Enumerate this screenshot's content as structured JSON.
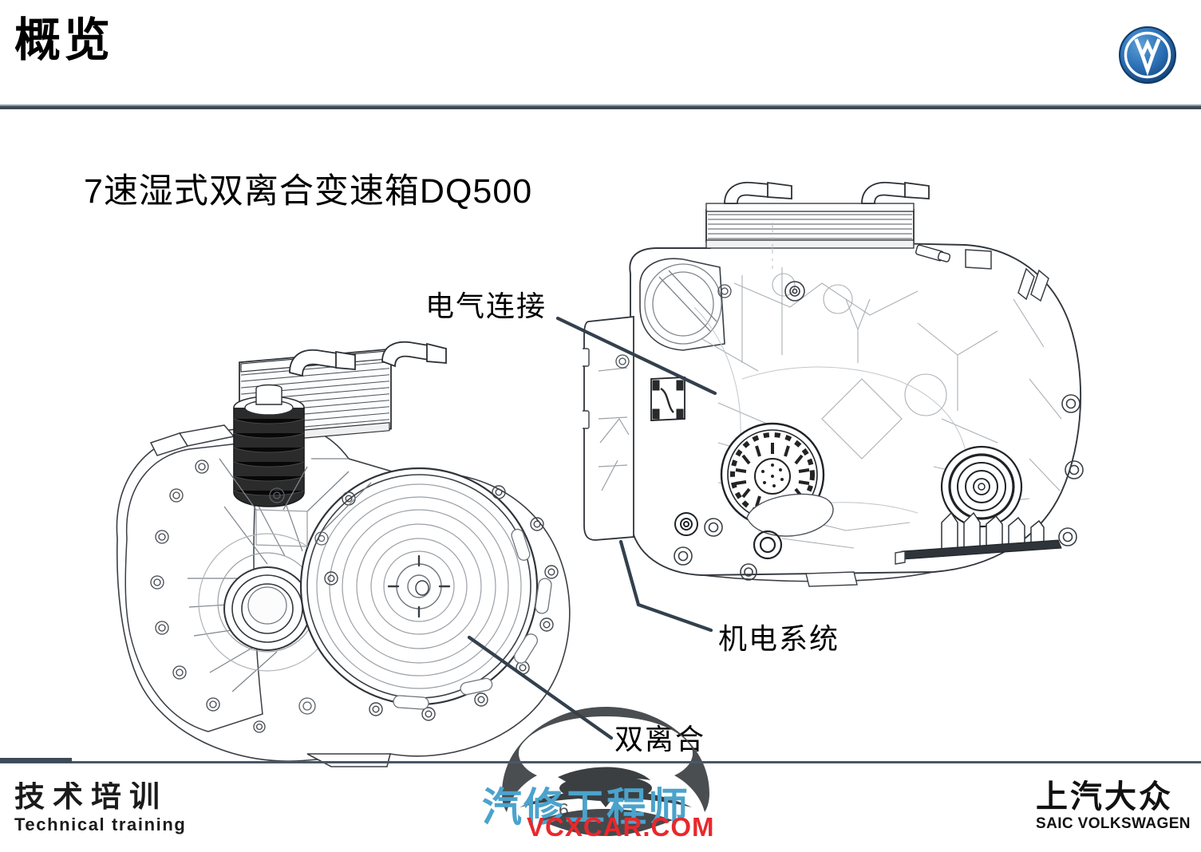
{
  "header": {
    "title": "概览",
    "logo_icon": "volkswagen-logo-icon",
    "logo_colors": {
      "outer": "#1b5fa8",
      "inner": "#2d7bc4",
      "mark": "#ffffff"
    },
    "rule_color": "#3d4a57"
  },
  "content": {
    "heading": "7速湿式双离合变速箱DQ500",
    "callouts": [
      {
        "id": "electrical",
        "label": "电气连接"
      },
      {
        "id": "mechatronic",
        "label": "机电系统"
      },
      {
        "id": "dualclutch",
        "label": "双离合"
      }
    ],
    "leader_color": "#33404d",
    "drawings": [
      {
        "id": "left",
        "name": "transmission-three-quarter-view"
      },
      {
        "id": "right",
        "name": "transmission-side-view"
      }
    ]
  },
  "watermark": {
    "cn_text": "汽修工程师",
    "url_text": "VCXCAR.COM",
    "cn_color": "#4ba3cc",
    "url_color": "#e8282c",
    "car_icon": "car-silhouette-icon"
  },
  "page": {
    "number": "6"
  },
  "footer": {
    "left": {
      "cn": "技术培训",
      "en": "Technical training"
    },
    "right": {
      "cn": "上汽大众",
      "en": "SAIC VOLKSWAGEN"
    },
    "rule_color": "#4a5866"
  }
}
